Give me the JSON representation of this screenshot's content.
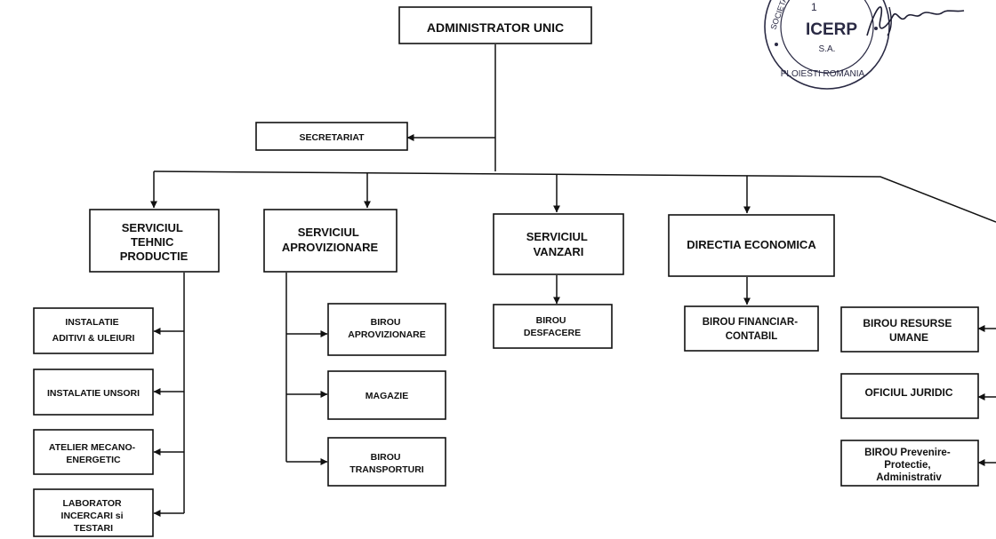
{
  "org_chart": {
    "root": "ADMINISTRATOR UNIC",
    "secretariat": "SECRETARIAT",
    "departments": {
      "tehnic": [
        "SERVICIUL",
        "TEHNIC",
        "PRODUCTIE"
      ],
      "aprovizionare": [
        "SERVICIUL",
        "APROVIZIONARE"
      ],
      "vanzari": [
        "SERVICIUL",
        "VANZARI"
      ],
      "economica": [
        "DIRECTIA ECONOMICA"
      ]
    },
    "tehnic_units": {
      "aditivi": [
        "INSTALATIE",
        "ADITIVI & ULEIURI"
      ],
      "unsori": [
        "INSTALATIE UNSORI"
      ],
      "atelier": [
        "ATELIER MECANO-",
        "ENERGETIC"
      ],
      "laborator": [
        "LABORATOR",
        "INCERCARI si",
        "TESTARI"
      ]
    },
    "aprovizionare_units": {
      "birou": [
        "BIROU",
        "APROVIZIONARE"
      ],
      "magazie": [
        "MAGAZIE"
      ],
      "transporturi": [
        "BIROU",
        "TRANSPORTURI"
      ]
    },
    "vanzari_units": {
      "desfacere": [
        "BIROU",
        "DESFACERE"
      ]
    },
    "economica_units": {
      "financiar": [
        "BIROU FINANCIAR-",
        "CONTABIL"
      ]
    },
    "right_units": {
      "resurse": [
        "BIROU RESURSE",
        "UMANE"
      ],
      "juridic": [
        "OFICIUL JURIDIC"
      ],
      "prevenire": [
        "BIROU Prevenire-",
        "Protectie,",
        "Administrativ"
      ]
    }
  },
  "stamp": {
    "company": "ICERP",
    "form": "S.A.",
    "location": "PLOIESTI  ROMANIA",
    "ring_text": "SOCIETATE COMERCIALA",
    "number": "1"
  },
  "colors": {
    "ink": "#111111",
    "stamp_ink": "#2a2a44"
  }
}
